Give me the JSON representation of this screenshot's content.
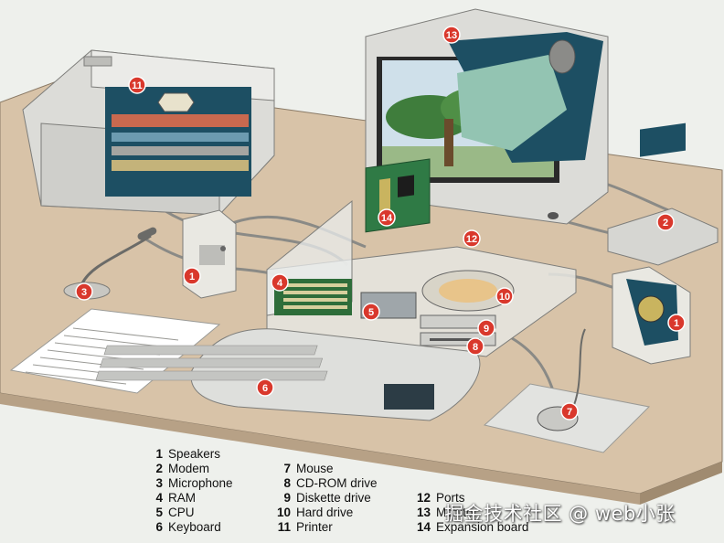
{
  "legend": [
    {
      "num": "1",
      "label": "Speakers"
    },
    {
      "num": "2",
      "label": "Modem"
    },
    {
      "num": "3",
      "label": "Microphone"
    },
    {
      "num": "4",
      "label": "RAM"
    },
    {
      "num": "5",
      "label": "CPU"
    },
    {
      "num": "6",
      "label": "Keyboard"
    },
    {
      "num": "7",
      "label": "Mouse"
    },
    {
      "num": "8",
      "label": "CD-ROM drive"
    },
    {
      "num": "9",
      "label": "Diskette drive"
    },
    {
      "num": "10",
      "label": "Hard drive"
    },
    {
      "num": "11",
      "label": "Printer"
    },
    {
      "num": "12",
      "label": "Ports"
    },
    {
      "num": "13",
      "label": "Monitor"
    },
    {
      "num": "14",
      "label": "Expansion board"
    }
  ],
  "markers": [
    "11",
    "13",
    "14",
    "12",
    "4",
    "5",
    "10",
    "9",
    "8",
    "6",
    "7",
    "2",
    "1",
    "1",
    "3"
  ],
  "watermark": "掘金技术社区 @ web小张",
  "colors": {
    "marker": "#d9382c",
    "desk": "#d8c3a8",
    "wall": "#eef0ec",
    "casing": "#dcdcd8",
    "teal": "#1d4f63"
  }
}
